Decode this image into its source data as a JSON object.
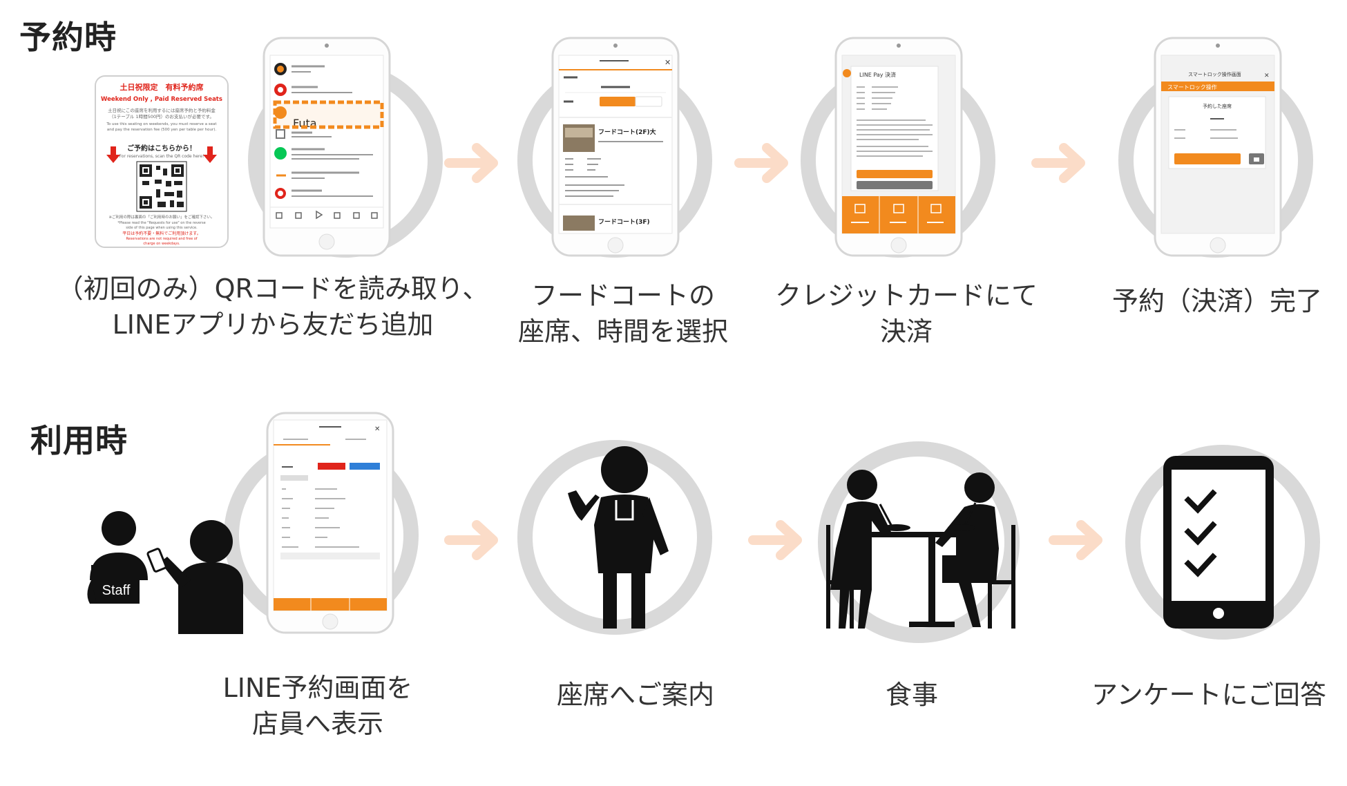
{
  "sections": {
    "booking_title": "予約時",
    "usage_title": "利用時"
  },
  "booking_steps": [
    {
      "line1": "（初回のみ）QRコードを読み取り、",
      "line2": "LINEアプリから友だち追加"
    },
    {
      "line1": "フードコートの",
      "line2": "座席、時間を選択"
    },
    {
      "line1": "クレジットカードにて",
      "line2": "決済"
    },
    {
      "line1": "予約（決済）完了",
      "line2": ""
    }
  ],
  "usage_steps": [
    {
      "line1": "LINE予約画面を",
      "line2": "店員へ表示"
    },
    {
      "line1": "座席へご案内",
      "line2": ""
    },
    {
      "line1": "食事",
      "line2": ""
    },
    {
      "line1": "アンケートにご回答",
      "line2": ""
    }
  ],
  "poster": {
    "title": "土日祝限定　有料予約席",
    "subtitle": "Weekend Only , Paid Reserved Seats",
    "body_jp": "土日祝にこの座席を利用するには座席予約と予約料金",
    "body_jp2": "（1テーブル 1時間500円）のお支払いが必要です。",
    "body_en": "To use this seating on weekends, you must reserve a seat",
    "body_en2": "and pay the reservation fee (500 yen per table per hour).",
    "cta_jp": "ご予約はこちらから！",
    "cta_en": "For reservations, scan the QR code here!",
    "note_jp": "※ご利用の際は裏面の「ご利用時のお願い」をご確認下さい。",
    "note_en": "*Please read the \"Requests for use\" on the reverse",
    "note_en2": "side of this page when using this service.",
    "weekday_jp": "平日は予約不要・無料でご利用頂けます。",
    "weekday_en": "Reservations are not required and free of",
    "weekday_en2": "charge on weekdays."
  },
  "screens": {
    "line_chat_highlight": "Futa",
    "food_court_item1": "フードコート(2F)大",
    "food_court_item2": "フードコート(3F)",
    "linepay_title": "LINE Pay 決済",
    "smartlock_title": "スマートロック操作画面",
    "smartlock_bar": "スマートロック操作",
    "smartlock_label": "予約した座席",
    "staff_label": "Staff"
  },
  "colors": {
    "accent": "#f28a1e",
    "arrow": "#fbdcc8",
    "ring": "#d9d9d9",
    "poster_red": "#e0241b",
    "line_green": "#06c755"
  }
}
